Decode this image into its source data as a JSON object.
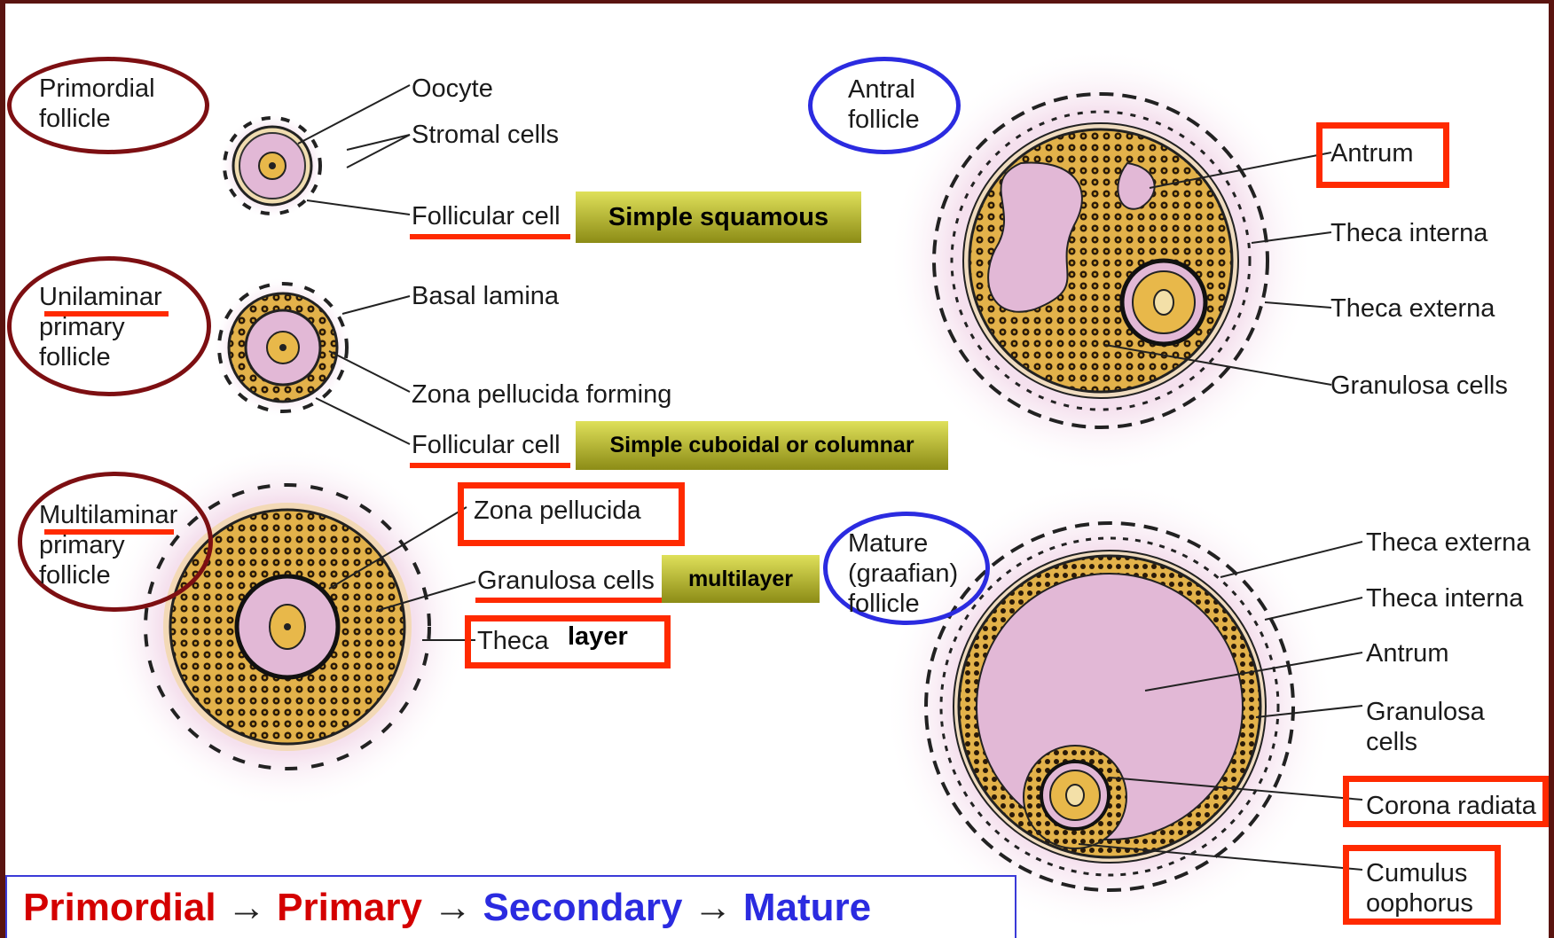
{
  "stages": {
    "primordial": "Primordial follicle",
    "unilaminar": "Unilaminar primary follicle",
    "multilaminar": "Multilaminar primary follicle",
    "antral": "Antral follicle",
    "mature": "Mature (graafian) follicle"
  },
  "labels": {
    "oocyte": "Oocyte",
    "stromal": "Stromal cells",
    "follicular1": "Follicular cell",
    "basal": "Basal lamina",
    "zona_forming": "Zona pellucida forming",
    "follicular2": "Follicular cell",
    "zona": "Zona pellucida",
    "granulosa1": "Granulosa cells",
    "theca": "Theca",
    "antrum1": "Antrum",
    "theca_interna1": "Theca interna",
    "theca_externa1": "Theca externa",
    "granulosa2": "Granulosa cells",
    "theca_externa2": "Theca externa",
    "theca_interna2": "Theca interna",
    "antrum2": "Antrum",
    "granulosa3": "Granulosa cells",
    "corona": "Corona radiata",
    "cumulus": "Cumulus oophorus"
  },
  "annotations": {
    "simple_squamous": "Simple squamous",
    "simple_cuboidal": "Simple cuboidal or columnar",
    "multilayer": "multilayer",
    "layer": "layer"
  },
  "banner": {
    "s1": "Primordial",
    "s2": "Primary",
    "s3": "Secondary",
    "s4": "Mature",
    "arrow": "→"
  },
  "colors": {
    "frame": "#5a1410",
    "highlight_box": "#ff2a00",
    "oval_red": "#7d0f12",
    "oval_blue": "#2b2be0",
    "granulosa": "#e8b84a",
    "oocyte_pink": "#e9c3dc"
  }
}
